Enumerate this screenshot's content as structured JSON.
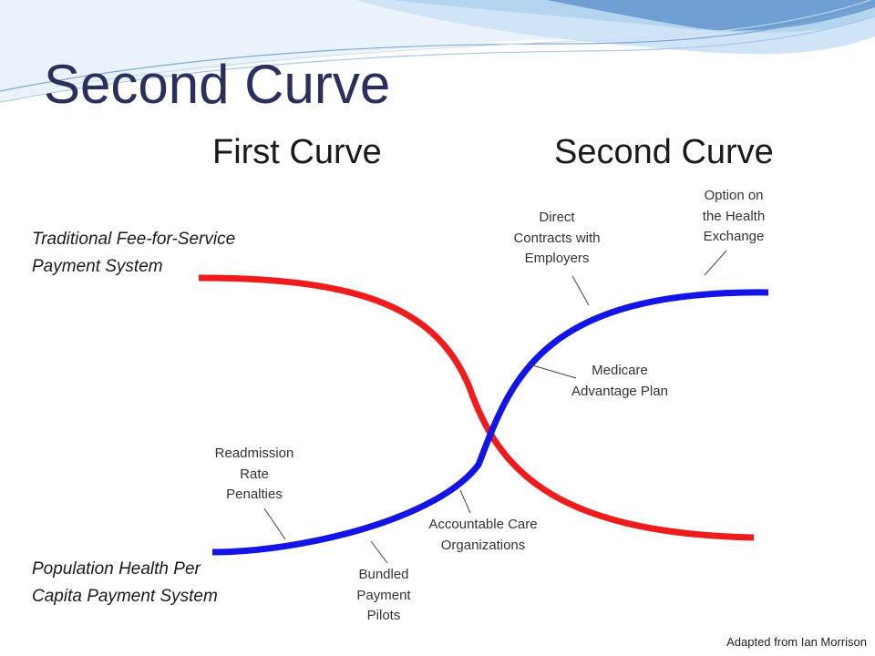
{
  "slide": {
    "title": "Second Curve",
    "headers": {
      "first": "First Curve",
      "second": "Second Curve"
    },
    "axis_labels": {
      "top": [
        "Traditional Fee-for-Service",
        "Payment System"
      ],
      "bottom": [
        "Population Health Per",
        "Capita Payment System"
      ]
    },
    "callouts": {
      "readmission": [
        "Readmission",
        "Rate",
        "Penalties"
      ],
      "bundled": [
        "Bundled",
        "Payment",
        "Pilots"
      ],
      "aco": [
        "Accountable Care",
        "Organizations"
      ],
      "medicare": [
        "Medicare",
        "Advantage Plan"
      ],
      "direct": [
        "Direct",
        "Contracts with",
        "Employers"
      ],
      "exchange": [
        "Option on",
        "the Health",
        "Exchange"
      ]
    },
    "credit": "Adapted from Ian Morrison"
  },
  "colors": {
    "first_curve": "#ee1c1c",
    "second_curve": "#1414e6",
    "title": "#2b2f5c",
    "banner_light": "#cfe4f6",
    "banner_mid": "#9cc4e8",
    "banner_dark": "#6f9fd2"
  }
}
